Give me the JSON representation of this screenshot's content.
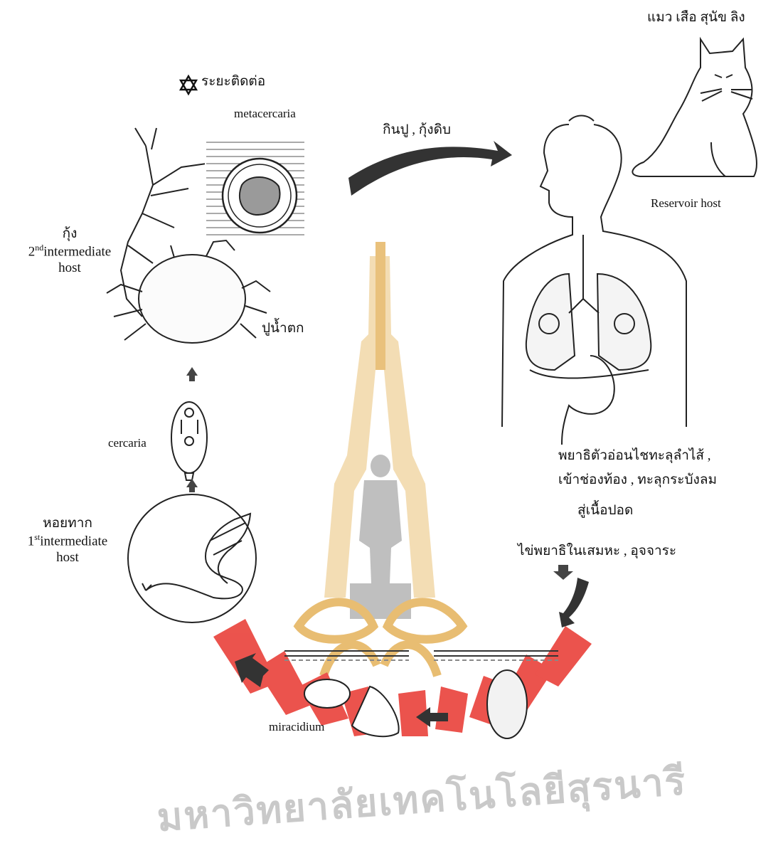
{
  "labels": {
    "reservoir_animals": "แมว เสือ สุนัข ลิง",
    "reservoir_host": "Reservoir host",
    "infective_stage": "ระยะติดต่อ",
    "metacercaria": "metacercaria",
    "eat_raw": "กินปู , กุ้งดิบ",
    "shrimp": "กุ้ง",
    "second_host_ord": "2",
    "second_host_sup": "nd",
    "second_host_a": "intermediate",
    "second_host_b": "host",
    "waterfall_crab": "ปูน้ำตก",
    "cercaria": "cercaria",
    "snail": "หอยทาก",
    "first_host_ord": "1",
    "first_host_sup": "st",
    "first_host_a": "intermediate",
    "first_host_b": "host",
    "migration_line1": "พยาธิตัวอ่อนไชทะลุลำไส้ ,",
    "migration_line2": "เข้าช่องท้อง , ทะลุกระบังลม",
    "migration_line3": "สู่เนื้อปอด",
    "eggs_excreted": "ไข่พยาธิในเสมหะ , อุจจาระ",
    "miracidium": "miracidium"
  },
  "watermark": {
    "text": "มหาวิทยาลัยเทคโนโลยีสุรนารี",
    "colors": {
      "red": "#e8362e",
      "gold": "#e4b25a",
      "grey": "#bdbdbd"
    }
  },
  "icons": [
    "star-of-david-icon",
    "down-arrow-icon",
    "up-arrow-icon",
    "curved-arrow-icon"
  ]
}
